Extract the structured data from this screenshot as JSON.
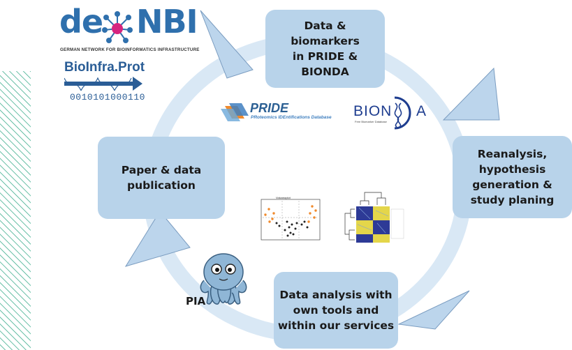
{
  "colors": {
    "box_fill": "#b8d3ea",
    "cycle_ring": "#d6e7f5",
    "arrow_fill": "#bcd5ec",
    "arrow_stroke": "#7a9cc0",
    "denbi_blue": "#2f70ad",
    "denbi_magenta": "#d6257f",
    "stripes": "#3fae8e"
  },
  "boxes": {
    "data": "Data &\nbiomarkers\nin PRIDE &\nBIONDA",
    "reanalysis": "Reanalysis,\nhypothesis\ngeneration &\nstudy planing",
    "analysis": "Data analysis with\nown tools and\nwithin our services",
    "paper": "Paper & data\npublication"
  },
  "logos": {
    "denbi_left": "de",
    "denbi_right": "NBI",
    "denbi_subtitle": "GERMAN NETWORK FOR BIOINFORMATICS INFRASTRUCTURE",
    "bioinfra_title": "BioInfra.Prot",
    "bioinfra_bits": "0010101000110",
    "pride_name": "PRIDE",
    "pride_subtitle": "PRoteomics IDEntifications Database",
    "bionda_left": "BION",
    "bionda_right": "A",
    "bionda_subtitle": "Free Biomarker Database"
  },
  "labels": {
    "pia": "PIA",
    "volcano_title": "Volcanoplot"
  },
  "icons": [
    "denbi-network-icon",
    "bioinfra-arrow-icon",
    "pride-logo-icon",
    "bionda-helix-icon",
    "pia-octopus-icon",
    "volcano-plot-thumbnail",
    "heatmap-thumbnail"
  ]
}
